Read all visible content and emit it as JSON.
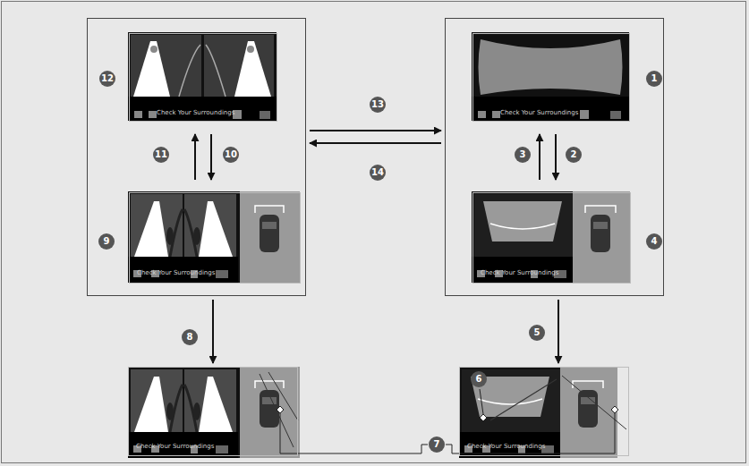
{
  "diagram": {
    "nodes": [
      {
        "text": []
      },
      {
        "text": [
          "Check Your Surroundings"
        ],
        "in": 0
      },
      {
        "text": [
          "Check Your Surroundings"
        ],
        "in": 0
      },
      {
        "text": []
      },
      {
        "text": [
          "Check Your Surroundings"
        ],
        "in": 3
      },
      {
        "text": [
          "Check Your Surroundings"
        ],
        "in": 3
      },
      {
        "text": [
          "Check Your Surroundings"
        ]
      },
      {
        "text": [
          "Check Your Surroundings"
        ]
      }
    ],
    "edges": [
      {
        "from": 0,
        "to": 3,
        "arrow": "to"
      },
      {
        "from": 3,
        "to": 0,
        "arrow": "to"
      },
      {
        "from": 2,
        "to": 1,
        "arrow": "to"
      },
      {
        "from": 1,
        "to": 2,
        "arrow": "to"
      },
      {
        "from": 5,
        "to": 4,
        "arrow": "to"
      },
      {
        "from": 4,
        "to": 5,
        "arrow": "to"
      },
      {
        "from": 0,
        "to": 6,
        "arrow": "to"
      },
      {
        "from": 3,
        "to": 7,
        "arrow": "to"
      }
    ],
    "labels": [
      "12",
      "1",
      "13",
      "11",
      "10",
      "3",
      "2",
      "14",
      "9",
      "4",
      "8",
      "5",
      "6",
      "7"
    ]
  }
}
